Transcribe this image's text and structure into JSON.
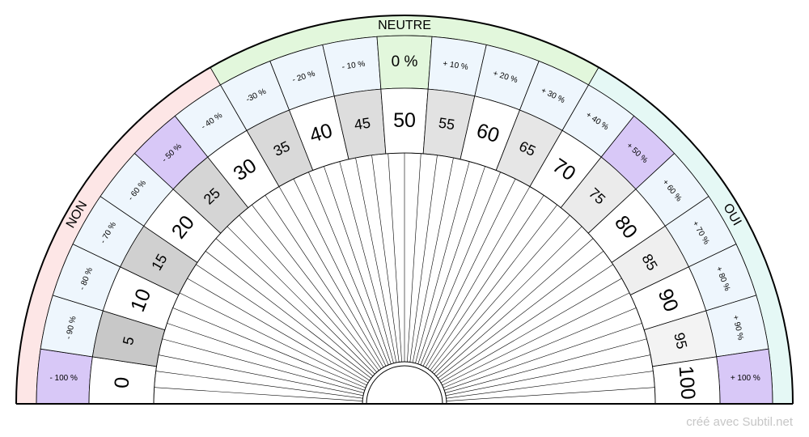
{
  "zones": {
    "non": {
      "label": "NON",
      "color": "#fde6e6"
    },
    "neutre": {
      "label": "NEUTRE",
      "color": "#e2f7dc"
    },
    "oui": {
      "label": "OUI",
      "color": "#e5f8f5"
    }
  },
  "percent_ring": {
    "labels": [
      "- 100 %",
      "- 90 %",
      "- 80 %",
      "- 70 %",
      "- 60 %",
      "- 50 %",
      "- 40 %",
      "-30 %",
      "- 20 %",
      "- 10 %",
      "0 %",
      "+ 10 %",
      "+ 20 %",
      "+ 30 %",
      "+ 40 %",
      "+ 50 %",
      "+ 60 %",
      "+ 70 %",
      "+ 80 %",
      "+ 90 %",
      "+ 100 %"
    ],
    "default_color": "#eef6fd",
    "highlight_color": "#d8c8f7",
    "center_color": "#e2f7dc",
    "highlight_indices": [
      0,
      5,
      15,
      20
    ],
    "center_index": 10
  },
  "value_ring": {
    "labels": [
      "0",
      "5",
      "10",
      "15",
      "20",
      "25",
      "30",
      "35",
      "40",
      "45",
      "50",
      "55",
      "60",
      "65",
      "70",
      "75",
      "80",
      "85",
      "90",
      "95",
      "100"
    ],
    "fills": [
      "#ffffff",
      "#c8c8c8",
      "#ffffff",
      "#d0d0d0",
      "#ffffff",
      "#d5d5d5",
      "#ffffff",
      "#d9d9d9",
      "#ffffff",
      "#dddddd",
      "#ffffff",
      "#e2e2e2",
      "#ffffff",
      "#e6e6e6",
      "#ffffff",
      "#ebebeb",
      "#ffffff",
      "#efefef",
      "#ffffff",
      "#f3f3f3",
      "#ffffff"
    ]
  },
  "inner_rays": 48,
  "credit": "créé avec Subtil.net"
}
